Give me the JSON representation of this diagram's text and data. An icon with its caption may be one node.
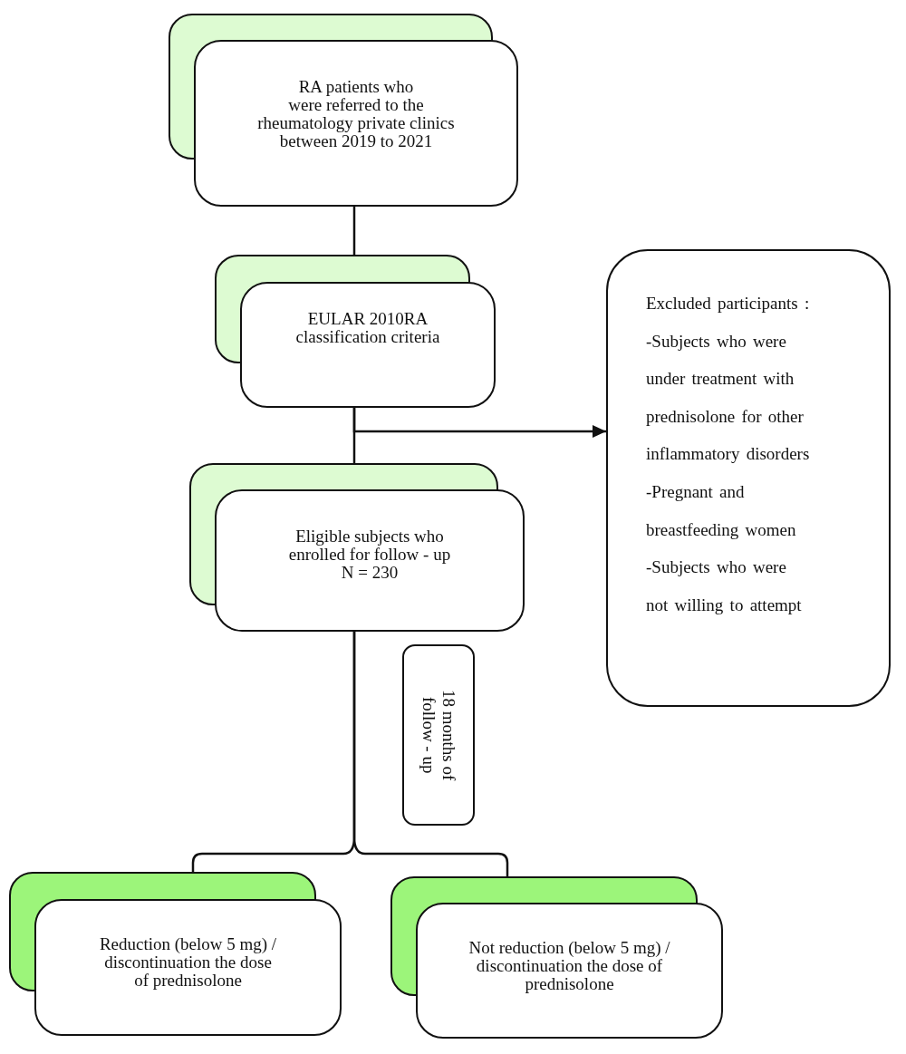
{
  "diagram": {
    "nodes": [
      {
        "text": [
          "RA patients who were referred to the rheumatology private clinics between 2019 to 2021"
        ]
      },
      {
        "text": [
          "EULAR 2010RA classification criteria"
        ]
      },
      {
        "text": [
          "Excluded participants :",
          "-Subjects who were under treatment with prednisolone for other inflammatory disorders",
          "-Pregnant and breastfeeding women",
          "-Subjects who were not willing to attempt"
        ]
      },
      {
        "text": [
          "Eligible subjects who enrolled for follow - up",
          "N = 230"
        ]
      },
      {
        "text": [
          "18 months of follow - up"
        ]
      },
      {
        "text": [
          "Reduction (below 5 mg) / discontinuation the dose of prednisolone"
        ]
      },
      {
        "text": [
          "Not reduction (below 5 mg) / discontinuation the dose of prednisolone"
        ]
      }
    ],
    "edges": [
      {
        "from": 0,
        "to": 1,
        "arrow": "none"
      },
      {
        "from": 1,
        "to": 3,
        "arrow": "none"
      },
      {
        "from": 1,
        "to": 2,
        "arrow": "to"
      },
      {
        "from": 3,
        "to": 5,
        "arrow": "none"
      },
      {
        "from": 3,
        "to": 6,
        "arrow": "none"
      }
    ]
  }
}
